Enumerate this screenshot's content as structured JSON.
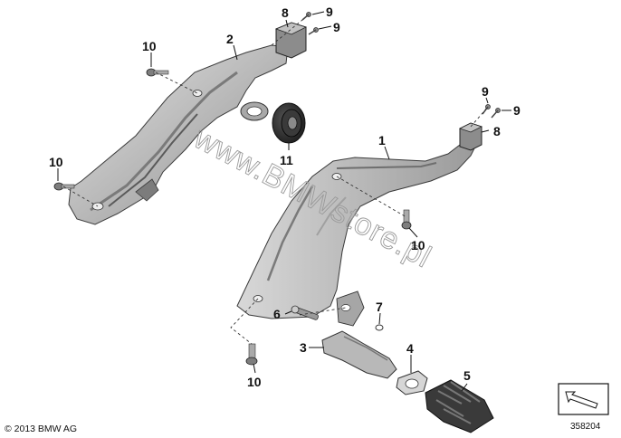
{
  "callouts": [
    {
      "id": "c1",
      "label": "1"
    },
    {
      "id": "c2",
      "label": "2"
    },
    {
      "id": "c3",
      "label": "3"
    },
    {
      "id": "c4",
      "label": "4"
    },
    {
      "id": "c5",
      "label": "5"
    },
    {
      "id": "c6",
      "label": "6"
    },
    {
      "id": "c7",
      "label": "7"
    },
    {
      "id": "c8a",
      "label": "8"
    },
    {
      "id": "c8b",
      "label": "8"
    },
    {
      "id": "c9a",
      "label": "9"
    },
    {
      "id": "c9b",
      "label": "9"
    },
    {
      "id": "c9c",
      "label": "9"
    },
    {
      "id": "c9d",
      "label": "9"
    },
    {
      "id": "c10a",
      "label": "10"
    },
    {
      "id": "c10b",
      "label": "10"
    },
    {
      "id": "c10c",
      "label": "10"
    },
    {
      "id": "c10d",
      "label": "10"
    },
    {
      "id": "c11",
      "label": "11"
    }
  ],
  "watermark": "www.BMWstore.pl",
  "copyright": "© 2013 BMW AG",
  "diagram_number": "358204",
  "colors": {
    "part_fill": "#c9c9c9",
    "part_dark": "#6f6f6f",
    "line": "#111111",
    "background": "#ffffff"
  }
}
